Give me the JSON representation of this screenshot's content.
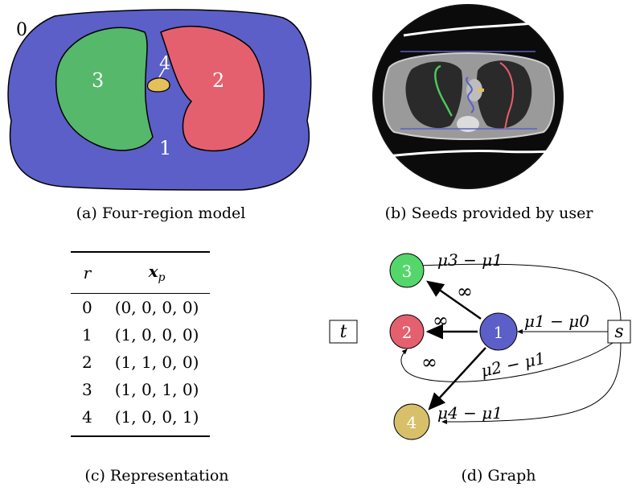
{
  "panel_a": {
    "caption": "(a) Four-region model",
    "outside_label": "0",
    "regions": [
      {
        "label": "1",
        "color": "#5b5fc7"
      },
      {
        "label": "2",
        "color": "#e5606e"
      },
      {
        "label": "3",
        "color": "#55b86b"
      },
      {
        "label": "4",
        "color": "#e5c05a"
      }
    ]
  },
  "panel_b": {
    "caption": "(b) Seeds provided by user",
    "seed_colors": {
      "region_1": "#5b5fc7",
      "region_2": "#e5606e",
      "region_3": "#4ec85a",
      "region_4": "#e5c05a"
    }
  },
  "panel_c": {
    "caption": "(c) Representation",
    "header": {
      "r": "r",
      "x": "x",
      "x_sub": "p"
    },
    "rows": [
      {
        "r": "0",
        "x": "(0, 0, 0, 0)"
      },
      {
        "r": "1",
        "x": "(1, 0, 0, 0)"
      },
      {
        "r": "2",
        "x": "(1, 1, 0, 0)"
      },
      {
        "r": "3",
        "x": "(1, 0, 1, 0)"
      },
      {
        "r": "4",
        "x": "(1, 0, 0, 1)"
      }
    ]
  },
  "panel_d": {
    "caption": "(d) Graph",
    "terminal_t": "t",
    "terminal_s": "s",
    "nodes": [
      {
        "label": "1",
        "color": "#5b5fc7"
      },
      {
        "label": "2",
        "color": "#e5606e"
      },
      {
        "label": "3",
        "color": "#55d66b"
      },
      {
        "label": "4",
        "color": "#d8c06a"
      }
    ],
    "edge_labels": {
      "s_to_1": "μ1 − μ0",
      "s_to_2": "μ2 − μ1",
      "s_to_3": "μ3 − μ1",
      "s_to_4": "μ4 − μ1",
      "inf_1_3": "∞",
      "inf_1_2": "∞",
      "inf_1_4": "∞"
    }
  }
}
